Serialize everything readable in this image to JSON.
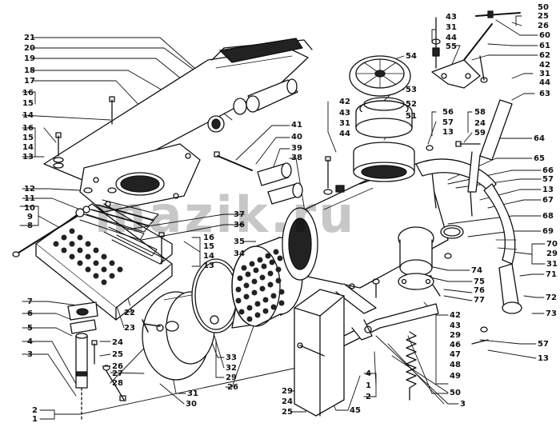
{
  "watermark": "mazik.ru",
  "callouts": {
    "left": [
      "21",
      "20",
      "19",
      "18",
      "17",
      "16",
      "15",
      "14",
      "16",
      "15",
      "14",
      "13",
      "12",
      "11",
      "10",
      "9",
      "8",
      "7",
      "6",
      "5",
      "4",
      "3",
      "2",
      "1"
    ],
    "mid": [
      "41",
      "40",
      "39",
      "38",
      "37",
      "36",
      "35",
      "34",
      "16",
      "15",
      "14",
      "13",
      "24",
      "25",
      "26",
      "27",
      "28",
      "22",
      "23",
      "33",
      "32",
      "29",
      "31",
      "30",
      "29",
      "24",
      "25",
      "26",
      "45"
    ],
    "top": [
      "54",
      "53",
      "52",
      "51",
      "42",
      "43",
      "31",
      "44",
      "43",
      "31",
      "44",
      "55",
      "56",
      "57",
      "13",
      "58",
      "24",
      "59",
      "50",
      "25",
      "26",
      "60",
      "61",
      "62",
      "42",
      "31",
      "44",
      "63"
    ],
    "right": [
      "64",
      "65",
      "66",
      "57",
      "13",
      "67",
      "68",
      "69",
      "70",
      "29",
      "31",
      "71",
      "72",
      "73",
      "74",
      "75",
      "76",
      "77",
      "42",
      "43",
      "29",
      "46",
      "47",
      "48",
      "49",
      "50",
      "57",
      "13",
      "4",
      "1",
      "2",
      "3"
    ]
  },
  "colors": {
    "ink": "#111111",
    "paper": "#ffffff",
    "watermark": "#000000"
  }
}
